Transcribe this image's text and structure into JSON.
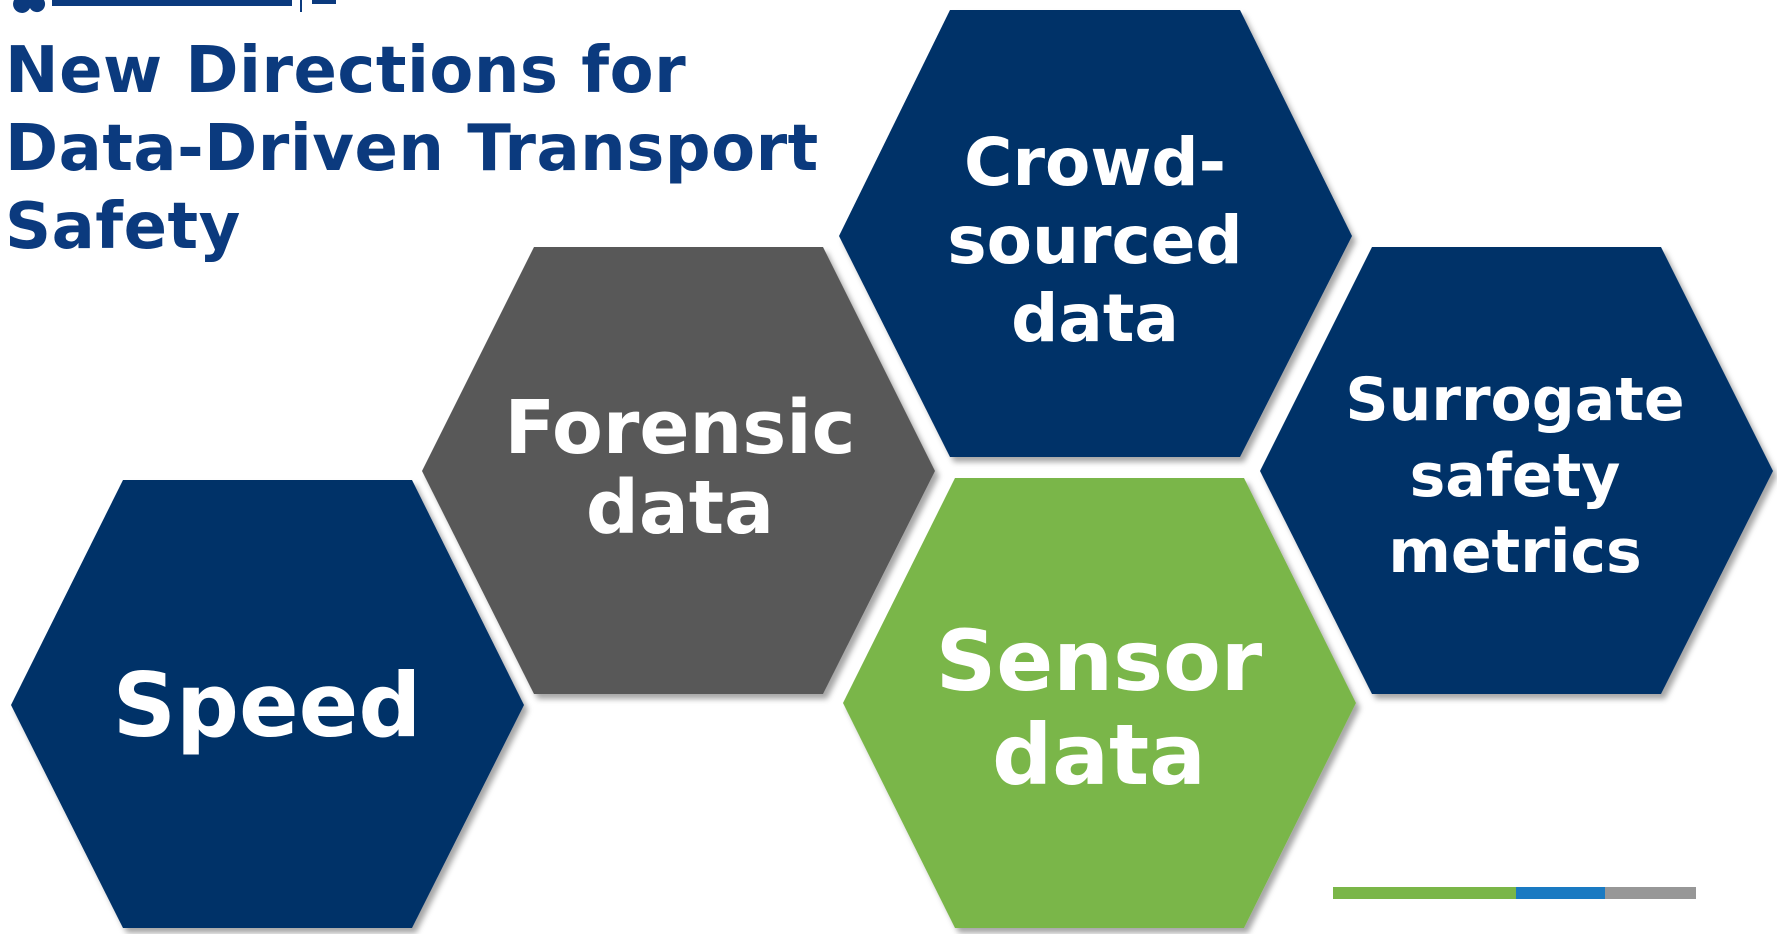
{
  "slide": {
    "title_lines": [
      "New Directions for",
      "Data-Driven Transport",
      "Safety"
    ]
  },
  "hexagons": [
    {
      "id": "speed",
      "lines": [
        "Speed"
      ],
      "fill_color": "#033067"
    },
    {
      "id": "forensic",
      "lines": [
        "Forensic",
        "data"
      ],
      "fill_color": "#595959"
    },
    {
      "id": "crowd",
      "lines": [
        "Crowd-",
        "sourced",
        "data"
      ],
      "fill_color": "#033067"
    },
    {
      "id": "surrogate",
      "lines": [
        "Surrogate",
        "safety",
        "metrics"
      ],
      "fill_color": "#033067"
    },
    {
      "id": "sensor",
      "lines": [
        "Sensor",
        "data"
      ],
      "fill_color": "#7ab648"
    }
  ],
  "colors": {
    "title": "#0b3a7e",
    "navy": "#033067",
    "gray": "#595959",
    "green": "#7ab648",
    "accent_green": "#7ab648",
    "accent_blue": "#1a7ac2",
    "accent_gray": "#979797"
  }
}
